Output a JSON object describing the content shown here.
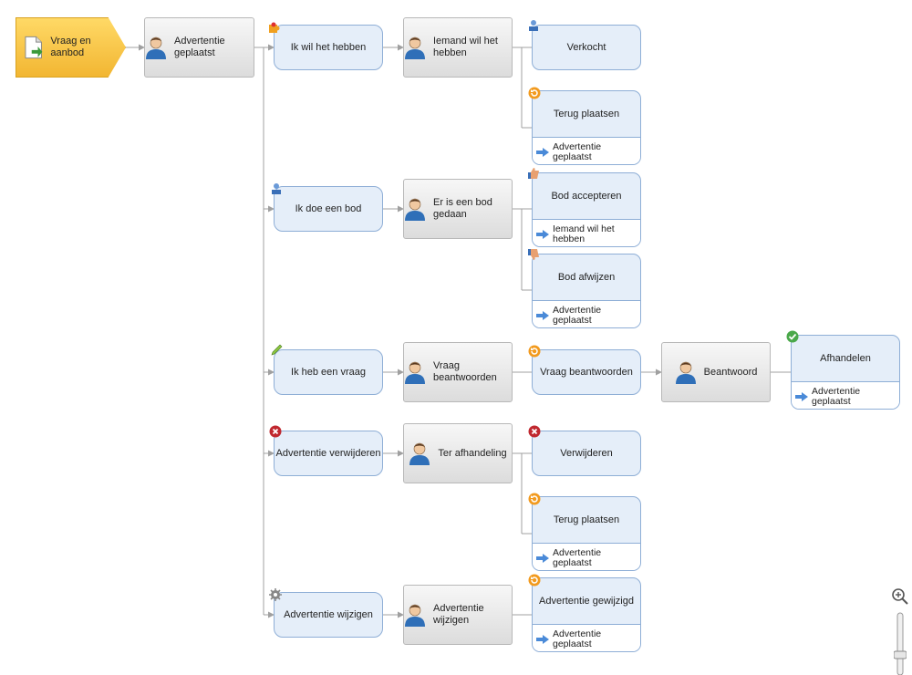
{
  "start": {
    "label": "Vraag en aanbod"
  },
  "tasks": {
    "t0": "Advertentie geplaatst",
    "t1": "Iemand wil het hebben",
    "t2": "Er is een bod gedaan",
    "t3": "Vraag beantwoorden",
    "t4": "Beantwoord",
    "t5": "Ter afhandeling",
    "t6": "Advertentie wijzigen"
  },
  "choices": {
    "c1": "Ik wil het hebben",
    "c2": "Ik doe een bod",
    "c3": "Ik heb een vraag",
    "c4": "Advertentie verwijderen",
    "c5": "Advertentie wijzigen",
    "c6": "Vraag beantwoorden"
  },
  "outcomes": {
    "verkocht": {
      "label": "Verkocht"
    },
    "terug1": {
      "label": "Terug plaatsen",
      "link": "Advertentie geplaatst"
    },
    "bodacc": {
      "label": "Bod accepteren",
      "link": "Iemand wil het hebben"
    },
    "bodafw": {
      "label": "Bod afwijzen",
      "link": "Advertentie geplaatst"
    },
    "afhandelen": {
      "label": "Afhandelen",
      "link": "Advertentie geplaatst"
    },
    "verwijderen": {
      "label": "Verwijderen"
    },
    "terug2": {
      "label": "Terug plaatsen",
      "link": "Advertentie geplaatst"
    },
    "gewijzigd": {
      "label": "Advertentie gewijzigd",
      "link": "Advertentie geplaatst"
    }
  },
  "colors": {
    "start_fill": "#f2b632",
    "choice_fill": "#e5eef9",
    "choice_border": "#8eaed6",
    "task_fill": "#dcdcdc",
    "connector": "#a0a0a0"
  },
  "icons": {
    "person": "person-icon",
    "document": "document-icon",
    "zoom": "zoom-in-icon"
  }
}
